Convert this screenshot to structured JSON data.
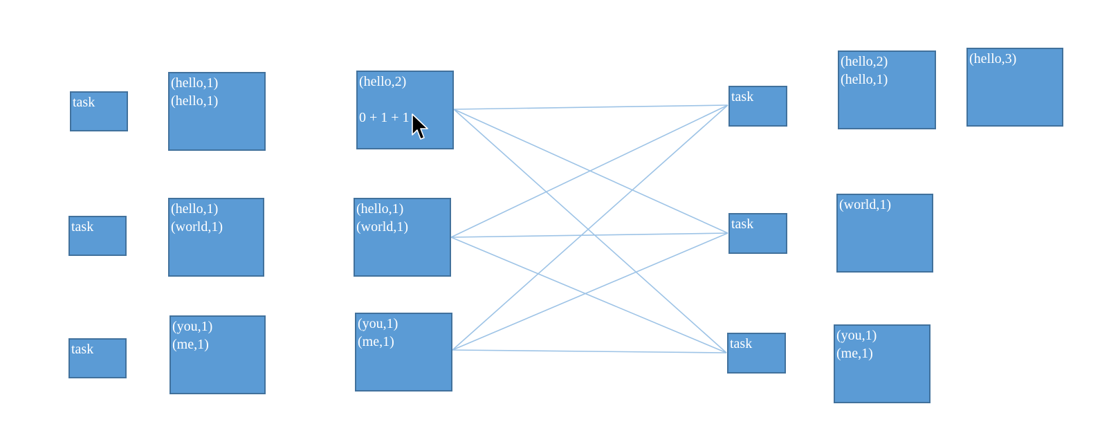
{
  "colors": {
    "box_fill": "#5b9bd5",
    "box_border": "#41719c",
    "connector": "#9dc3e6",
    "text": "#ffffff"
  },
  "map_tasks": [
    "task",
    "task",
    "task"
  ],
  "map_outputs": [
    [
      "(hello,1)",
      "(hello,1)"
    ],
    [
      "(hello,1)",
      "(world,1)"
    ],
    [
      "(you,1)",
      "(me,1)"
    ]
  ],
  "combined": [
    [
      "(hello,2)",
      "",
      "0 + 1 + 1"
    ],
    [
      "(hello,1)",
      "(world,1)"
    ],
    [
      "(you,1)",
      "(me,1)"
    ]
  ],
  "reduce_tasks": [
    "task",
    "task",
    "task"
  ],
  "reduce_inputs": [
    [
      "(hello,2)",
      "(hello,1)"
    ],
    [
      "(world,1)"
    ],
    [
      "(you,1)",
      "(me,1)"
    ]
  ],
  "final_output": [
    "(hello,3)"
  ],
  "cursor_icon": "arrow-cursor-icon"
}
